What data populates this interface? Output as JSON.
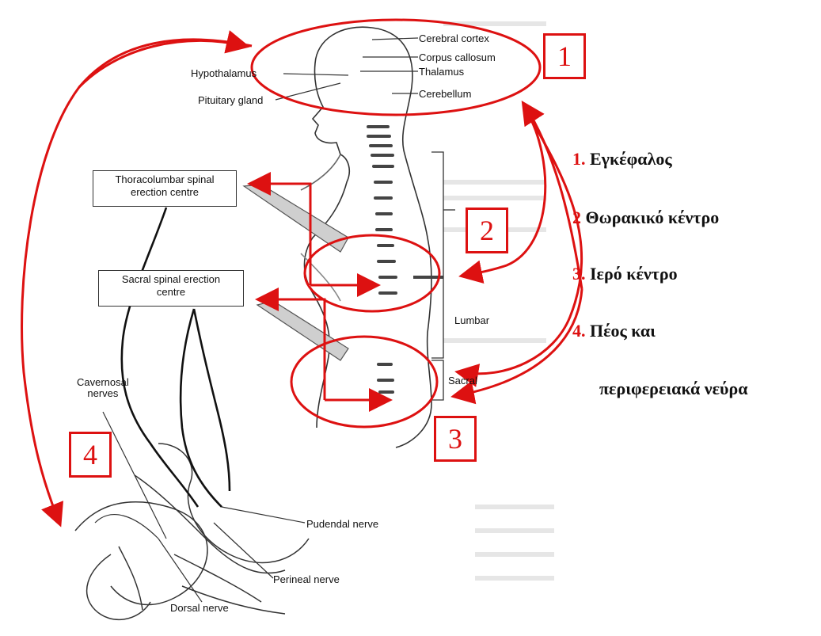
{
  "colors": {
    "accent": "#dd1111",
    "ink": "#111111"
  },
  "anatomy_labels": {
    "cerebral_cortex": "Cerebral cortex",
    "corpus_callosum": "Corpus callosum",
    "thalamus": "Thalamus",
    "cerebellum": "Cerebellum",
    "hypothalamus": "Hypothalamus",
    "pituitary_gland": "Pituitary gland",
    "lumbar": "Lumbar",
    "sacral": "Sacral",
    "cavernosal_nerves_line1": "Cavernosal",
    "cavernosal_nerves_line2": "nerves",
    "pudendal_nerve": "Pudendal nerve",
    "perineal_nerve": "Perineal nerve",
    "dorsal_nerve": "Dorsal nerve"
  },
  "centre_boxes": {
    "thoracolumbar_line1": "Thoracolumbar spinal",
    "thoracolumbar_line2": "erection centre",
    "sacral_line1": "Sacral spinal erection",
    "sacral_line2": "centre"
  },
  "markers": [
    "1",
    "2",
    "3",
    "4"
  ],
  "legend": [
    {
      "num": "1.",
      "text": "Εγκέφαλος"
    },
    {
      "num": "2",
      "text": "Θωρακικό κέντρο"
    },
    {
      "num": "3.",
      "text": "Ιερό κέντρο"
    },
    {
      "num": "4.",
      "text": "Πέος  και"
    },
    {
      "num": "",
      "text": "περιφερειακά νεύρα"
    }
  ]
}
